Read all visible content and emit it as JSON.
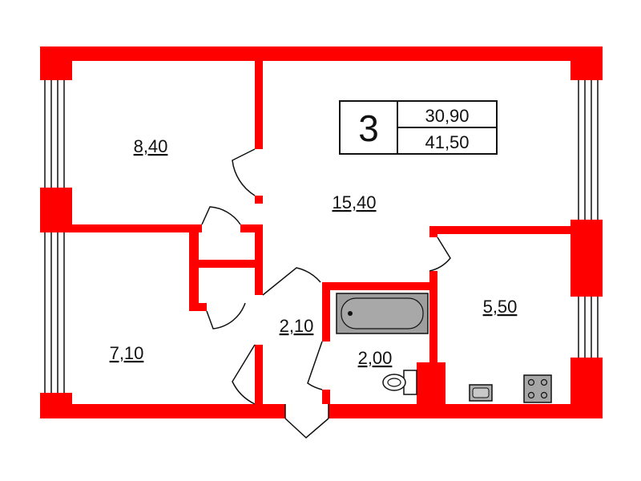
{
  "colors": {
    "wall": "#ff0000",
    "fixture": "#9e9e9e",
    "line": "#111111",
    "background": "#ffffff"
  },
  "summary": {
    "rooms": "3",
    "living_area": "30,90",
    "total_area": "41,50"
  },
  "rooms": {
    "top_left": "8,40",
    "living": "15,40",
    "bottom_left": "7,10",
    "hall": "2,10",
    "bathroom": "2,00",
    "kitchen": "5,50"
  },
  "icons": [
    "bathtub-icon",
    "toilet-icon",
    "sink-icon",
    "stove-icon",
    "window-icon",
    "door-swing-icon"
  ]
}
